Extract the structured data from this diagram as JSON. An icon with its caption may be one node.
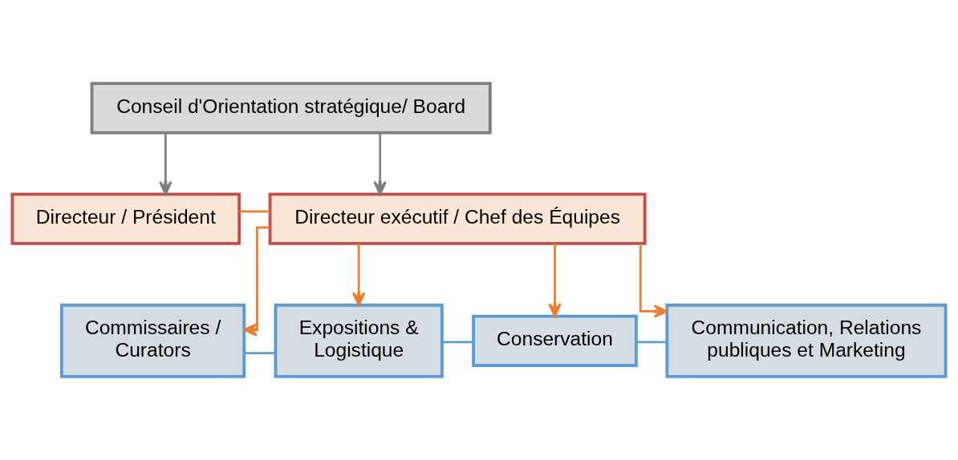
{
  "diagram": {
    "nodes": [
      {
        "text": [
          "Conseil d'Orientation stratégique/ Board"
        ]
      },
      {
        "text": [
          "Directeur / Président"
        ]
      },
      {
        "text": [
          "Directeur exécutif / Chef des Équipes"
        ]
      },
      {
        "text": [
          "Commissaires / Curators"
        ]
      },
      {
        "text": [
          "Expositions & Logistique"
        ]
      },
      {
        "text": [
          "Conservation"
        ]
      },
      {
        "text": [
          "Communication, Relations publiques et Marketing"
        ]
      }
    ],
    "edges": [
      {
        "from": 0,
        "to": 1,
        "arrow": "to",
        "color": "#7f7f7f"
      },
      {
        "from": 0,
        "to": 2,
        "arrow": "to",
        "color": "#7f7f7f"
      },
      {
        "from": 1,
        "to": 2,
        "arrow": "none",
        "color": "#ed7d31"
      },
      {
        "from": 2,
        "to": 3,
        "arrow": "to",
        "color": "#ed7d31"
      },
      {
        "from": 2,
        "to": 4,
        "arrow": "to",
        "color": "#ed7d31"
      },
      {
        "from": 2,
        "to": 5,
        "arrow": "to",
        "color": "#ed7d31"
      },
      {
        "from": 2,
        "to": 6,
        "arrow": "to",
        "color": "#ed7d31"
      },
      {
        "from": 3,
        "to": 4,
        "arrow": "none",
        "color": "#5b9bd5"
      },
      {
        "from": 4,
        "to": 5,
        "arrow": "none",
        "color": "#5b9bd5"
      },
      {
        "from": 5,
        "to": 6,
        "arrow": "none",
        "color": "#5b9bd5"
      }
    ]
  }
}
